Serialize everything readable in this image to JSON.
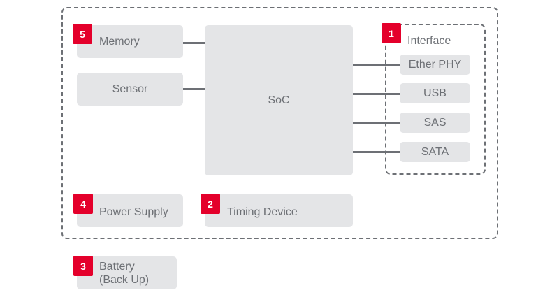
{
  "diagram": {
    "soc": "SoC",
    "memory": {
      "label": "Memory",
      "badge": "5"
    },
    "sensor": {
      "label": "Sensor"
    },
    "power_supply": {
      "label": "Power Supply",
      "badge": "4"
    },
    "timing_device": {
      "label": "Timing Device",
      "badge": "2"
    },
    "battery": {
      "label_line1": "Battery",
      "label_line2": "(Back Up)",
      "badge": "3"
    },
    "interface": {
      "label": "Interface",
      "badge": "1",
      "items": [
        "Ether PHY",
        "USB",
        "SAS",
        "SATA"
      ]
    },
    "colors": {
      "badge": "#e4002b",
      "box": "#e4e5e7",
      "line": "#6d7075",
      "text": "#6d7075"
    }
  }
}
